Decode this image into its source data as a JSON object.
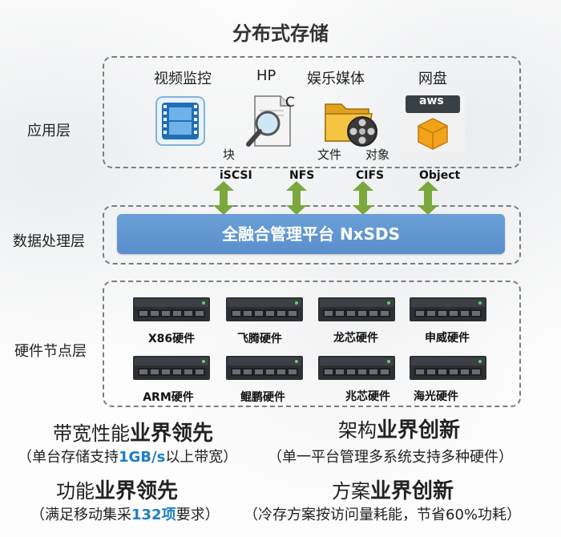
{
  "title": "分布式存储",
  "layers": {
    "app": "应用层",
    "data": "数据处理层",
    "hw": "硬件节点层"
  },
  "apps": [
    {
      "label": "视频监控",
      "icon": "film-icon"
    },
    {
      "label": "HP",
      "icon": "magnifier-document-icon",
      "suffix": "C"
    },
    {
      "label": "娱乐媒体",
      "icon": "folder-film-reel-icon"
    },
    {
      "label": "网盘",
      "icon": "aws-box-icon",
      "badge": "aws"
    }
  ],
  "storage_types": {
    "block": "块",
    "file": "文件",
    "object": "对象"
  },
  "protocols": [
    "iSCSI",
    "NFS",
    "CIFS",
    "Object"
  ],
  "platform": "全融合管理平台  NxSDS",
  "hardware": [
    "X86硬件",
    "飞腾硬件",
    "龙芯硬件",
    "申威硬件",
    "ARM硬件",
    "鲲鹏硬件",
    "兆芯硬件",
    "海光硬件"
  ],
  "features": {
    "perf_title_a": "带宽性能",
    "perf_title_b": "业界领先",
    "perf_desc_a": "（单台存储支持",
    "perf_desc_hl": "1GB/s",
    "perf_desc_b": "以上带宽）",
    "arch_title_a": "架构",
    "arch_title_b": "业界创新",
    "arch_desc": "（单一平台管理多系统支持多种硬件）",
    "func_title_a": "功能",
    "func_title_b": "业界领先",
    "func_desc_a": "（满足移动集采",
    "func_desc_hl": "132项",
    "func_desc_b": "要求）",
    "plan_title_a": "方案",
    "plan_title_b": "业界创新",
    "plan_desc": "（冷存方案按访问量耗能，节省60%功耗）"
  },
  "colors": {
    "platform": "#5b8fcc",
    "arrow": "#7aa83c",
    "highlight": "#1b7fc4"
  }
}
